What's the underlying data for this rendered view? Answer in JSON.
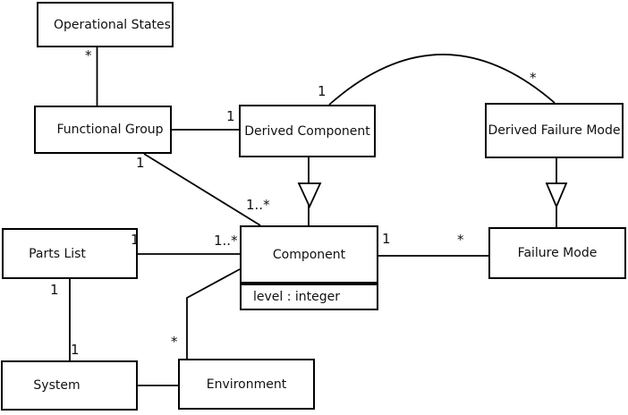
{
  "diagram": {
    "type": "uml-class-diagram",
    "background_color": "#ffffff",
    "line_color": "#000000",
    "text_color": "#111111",
    "nodes": [
      {
        "id": "operational-states",
        "label": "Operational States"
      },
      {
        "id": "functional-group",
        "label": "Functional Group"
      },
      {
        "id": "derived-component",
        "label": "Derived Component"
      },
      {
        "id": "derived-failure-mode",
        "label": "Derived Failure Mode"
      },
      {
        "id": "parts-list",
        "label": "Parts List"
      },
      {
        "id": "component",
        "label": "Component",
        "attributes": [
          "level : integer"
        ]
      },
      {
        "id": "failure-mode",
        "label": "Failure Mode"
      },
      {
        "id": "system",
        "label": "System"
      },
      {
        "id": "environment",
        "label": "Environment"
      }
    ],
    "labels": [
      {
        "text": "*",
        "at": "operational-states end of functional-group association"
      },
      {
        "text": "1",
        "at": "functional-group end of derived-component association"
      },
      {
        "text": "1",
        "at": "derived-component end of arc to derived-failure-mode"
      },
      {
        "text": "*",
        "at": "derived-failure-mode end of arc"
      },
      {
        "text": "1",
        "at": "functional-group end of component association"
      },
      {
        "text": "1..*",
        "at": "component end of functional-group association"
      },
      {
        "text": "1",
        "at": "parts-list end of component association"
      },
      {
        "text": "1..*",
        "at": "component end of parts-list association"
      },
      {
        "text": "1",
        "at": "component end of failure-mode association"
      },
      {
        "text": "*",
        "at": "failure-mode end of component association"
      },
      {
        "text": "1",
        "at": "parts-list end of system association"
      },
      {
        "text": "1",
        "at": "system end of parts-list association"
      },
      {
        "text": "*",
        "at": "environment end of component association"
      }
    ],
    "edges": [
      {
        "from": "functional-group",
        "to": "operational-states",
        "type": "association",
        "to_mult": "*"
      },
      {
        "from": "functional-group",
        "to": "derived-component",
        "type": "association",
        "from_mult": "1"
      },
      {
        "from": "functional-group",
        "to": "component",
        "type": "association",
        "from_mult": "1",
        "to_mult": "1..*"
      },
      {
        "from": "derived-component",
        "to": "derived-failure-mode",
        "type": "association-arc",
        "from_mult": "1",
        "to_mult": "*"
      },
      {
        "from": "derived-component",
        "to": "component",
        "type": "generalization"
      },
      {
        "from": "derived-failure-mode",
        "to": "failure-mode",
        "type": "generalization"
      },
      {
        "from": "parts-list",
        "to": "component",
        "type": "association",
        "from_mult": "1",
        "to_mult": "1..*"
      },
      {
        "from": "component",
        "to": "failure-mode",
        "type": "association",
        "from_mult": "1",
        "to_mult": "*"
      },
      {
        "from": "parts-list",
        "to": "system",
        "type": "association",
        "from_mult": "1",
        "to_mult": "1"
      },
      {
        "from": "component",
        "to": "environment",
        "type": "association",
        "to_mult": "*"
      },
      {
        "from": "system",
        "to": "environment",
        "type": "association"
      }
    ]
  }
}
